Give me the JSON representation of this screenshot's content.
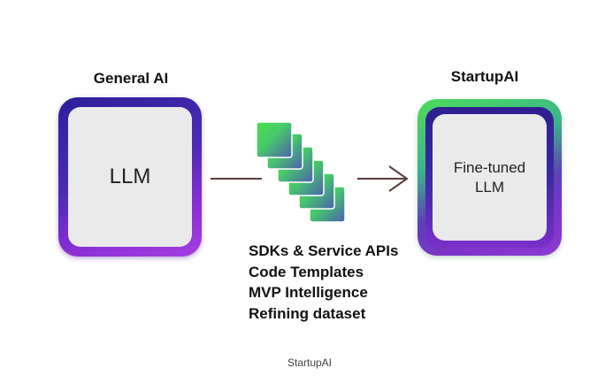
{
  "left": {
    "title": "General AI",
    "box_label": "LLM"
  },
  "right": {
    "title": "StartupAI",
    "box_label_line1": "Fine-tuned",
    "box_label_line2": "LLM"
  },
  "inputs": {
    "items": [
      "SDKs & Service APIs",
      "Code Templates",
      "MVP Intelligence",
      "Refining dataset"
    ]
  },
  "caption": "StartupAI",
  "colors": {
    "left_frame": "#4a2bb5",
    "right_frame_top": "#4edb5a",
    "right_frame_bottom": "#8e3ad0",
    "card_green": "#4ee04f",
    "card_blue": "#4a5fb0",
    "box_fill": "#eaeaea",
    "arrow": "#5a3d3d"
  },
  "icons": {
    "document_stack": "layered-cards-icon",
    "arrow_head": "chevron-right-icon"
  }
}
